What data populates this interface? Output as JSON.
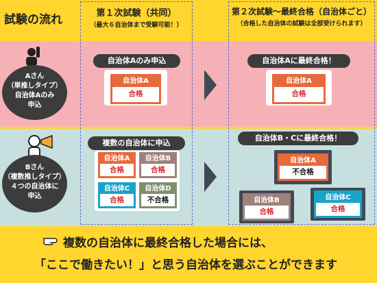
{
  "title": "試験の流れ",
  "col1": {
    "heading": "第１次試験（共同）",
    "sub": "（最大６自治体まで受験可能！）"
  },
  "col2": {
    "heading": "第２次試験～最終合格（自治体ごと）",
    "sub": "（合格した自治体の試験は全部受けられます）"
  },
  "personA": {
    "lines": [
      "Aさん",
      "（単推しタイプ）",
      "自治体Aのみ",
      "申込"
    ]
  },
  "personB": {
    "lines": [
      "Bさん",
      "（複数推しタイプ）",
      "４つの自治体に",
      "申込"
    ]
  },
  "rowA": {
    "apply_label": "自治体Aのみ申込",
    "apply_card": {
      "name": "自治体A",
      "result": "合格"
    },
    "final_label": "自治体Aに最終合格！",
    "final_card": {
      "name": "自治体A",
      "result": "合格"
    }
  },
  "rowB": {
    "apply_label": "複数の自治体に申込",
    "cards": [
      {
        "name": "自治体A",
        "result": "合格"
      },
      {
        "name": "自治体B",
        "result": "合格"
      },
      {
        "name": "自治体C",
        "result": "合格"
      },
      {
        "name": "自治体D",
        "result": "不合格"
      }
    ],
    "final_label": "自治体B・Cに最終合格！",
    "final_cards": [
      {
        "name": "自治体A",
        "result": "不合格"
      },
      {
        "name": "自治体B",
        "result": "合格"
      },
      {
        "name": "自治体C",
        "result": "合格"
      }
    ]
  },
  "message": {
    "line1": "複数の自治体に最終合格した場合には、",
    "line2": "「ここで働きたい！」と思う自治体を選ぶことができます"
  },
  "colors": {
    "A": "#e66a3b",
    "B": "#a0807c",
    "C": "#1aa3c8",
    "D": "#7e8f6e",
    "pass": "#d7262e",
    "fail": "#111111"
  }
}
